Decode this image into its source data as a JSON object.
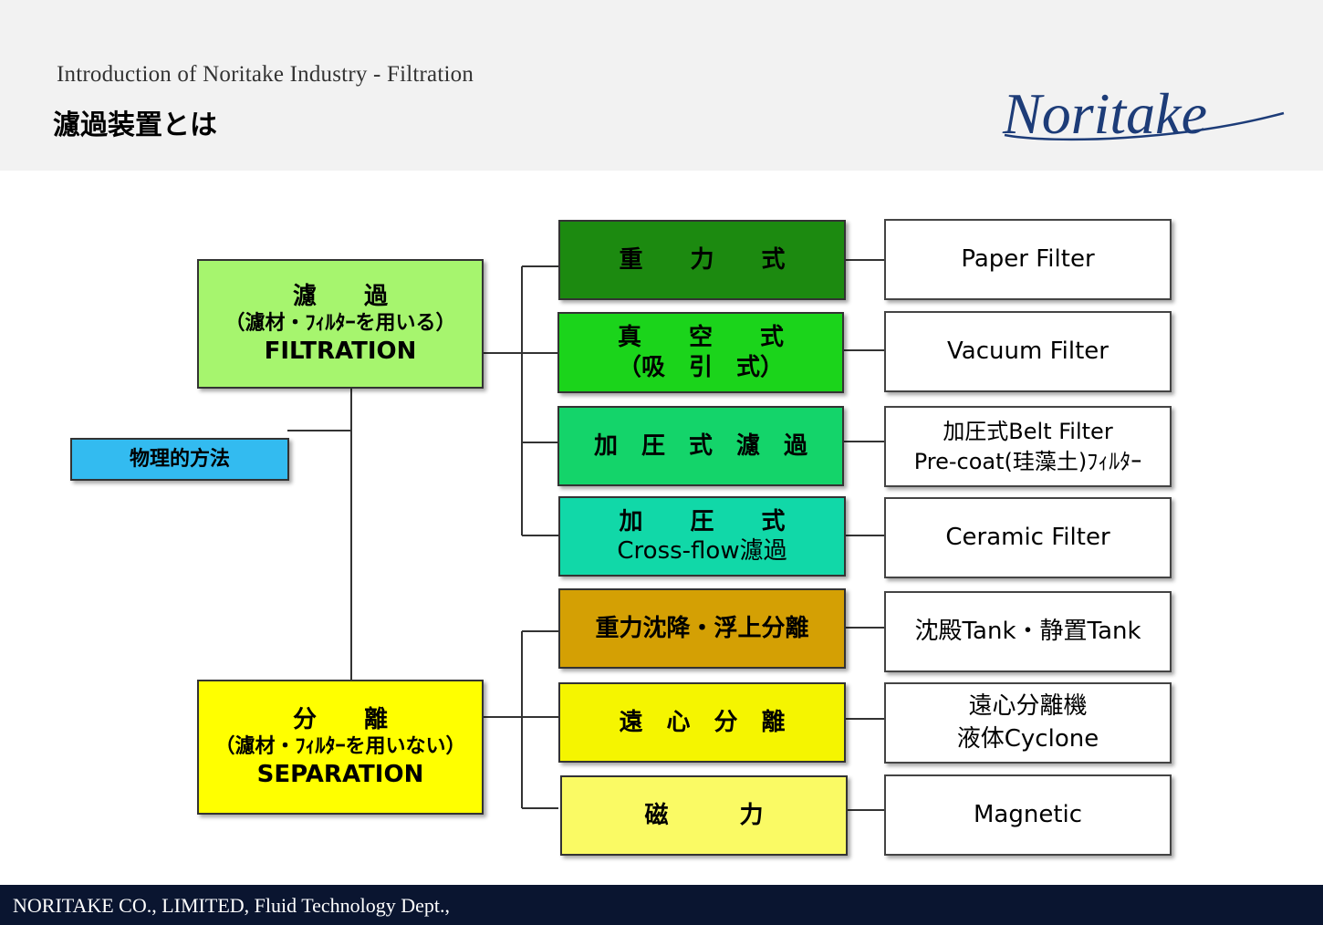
{
  "header": {
    "subtitle": "Introduction of Noritake Industry - Filtration",
    "title": "濾過装置とは",
    "logo_text": "Noritake"
  },
  "footer": {
    "text": "NORITAKE CO., LIMITED, Fluid Technology Dept.,"
  },
  "diagram": {
    "root": {
      "label": "物理的方法",
      "color": "#33bbf0"
    },
    "filtration": {
      "line1": "濾　　過",
      "line2": "（濾材・ﾌｨﾙﾀｰを用いる）",
      "line3": "FILTRATION",
      "color": "#a6f56e"
    },
    "separation": {
      "line1": "分　　離",
      "line2": "（濾材・ﾌｨﾙﾀｰを用いない）",
      "line3": "SEPARATION",
      "color": "#ffff00"
    },
    "methods": [
      {
        "line1": "重　　力　　式",
        "line2": "",
        "color": "#1c8a10"
      },
      {
        "line1": "真　　空　　式",
        "line2": "（吸　引　式）",
        "color": "#1bd41b"
      },
      {
        "line1": "加　圧　式　濾　過",
        "line2": "",
        "color": "#14d46a"
      },
      {
        "line1": "加　　圧　　式",
        "line2": "Cross-flow濾過",
        "color": "#11d8a8"
      },
      {
        "line1": "重力沈降・浮上分離",
        "line2": "",
        "color": "#d4a004"
      },
      {
        "line1": "遠　心　分　離",
        "line2": "",
        "color": "#f5f500"
      },
      {
        "line1": "磁　　　力",
        "line2": "",
        "color": "#fafa64"
      }
    ],
    "results": [
      {
        "line1": "Paper Filter",
        "line2": ""
      },
      {
        "line1": "Vacuum Filter",
        "line2": ""
      },
      {
        "line1": "加圧式Belt Filter",
        "line2": "Pre-coat(珪藻土)ﾌｨﾙﾀｰ"
      },
      {
        "line1": "Ceramic Filter",
        "line2": ""
      },
      {
        "line1": "沈殿Tank・静置Tank",
        "line2": ""
      },
      {
        "line1": "遠心分離機",
        "line2": "液体Cyclone"
      },
      {
        "line1": "Magnetic",
        "line2": ""
      }
    ]
  }
}
